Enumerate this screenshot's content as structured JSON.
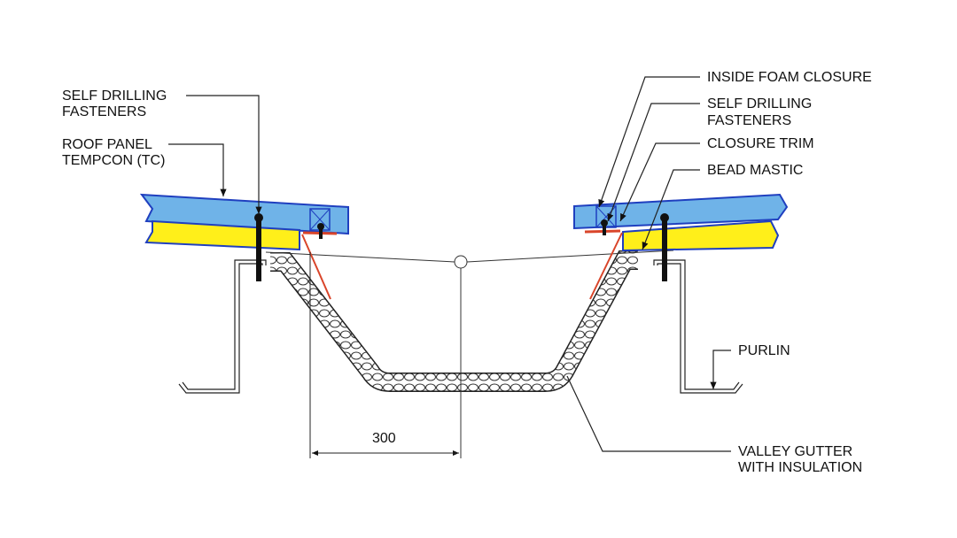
{
  "labels": {
    "left_fasteners_1": "SELF DRILLING",
    "left_fasteners_2": "FASTENERS",
    "roof_panel_1": "ROOF PANEL",
    "roof_panel_2": "TEMPCON (TC)",
    "inside_foam_closure": "INSIDE FOAM CLOSURE",
    "right_fasteners_1": "SELF DRILLING",
    "right_fasteners_2": "FASTENERS",
    "closure_trim": "CLOSURE TRIM",
    "bead_mastic": "BEAD MASTIC",
    "purlin": "PURLIN",
    "valley_gutter_1": "VALLEY GUTTER",
    "valley_gutter_2": "WITH INSULATION"
  },
  "dimension": {
    "value": "300"
  },
  "colors": {
    "panel_blue": "#6fb3e8",
    "panel_outline": "#1f3fbf",
    "insulation_yellow": "#ffef1a",
    "trim_red": "#d9452a"
  }
}
